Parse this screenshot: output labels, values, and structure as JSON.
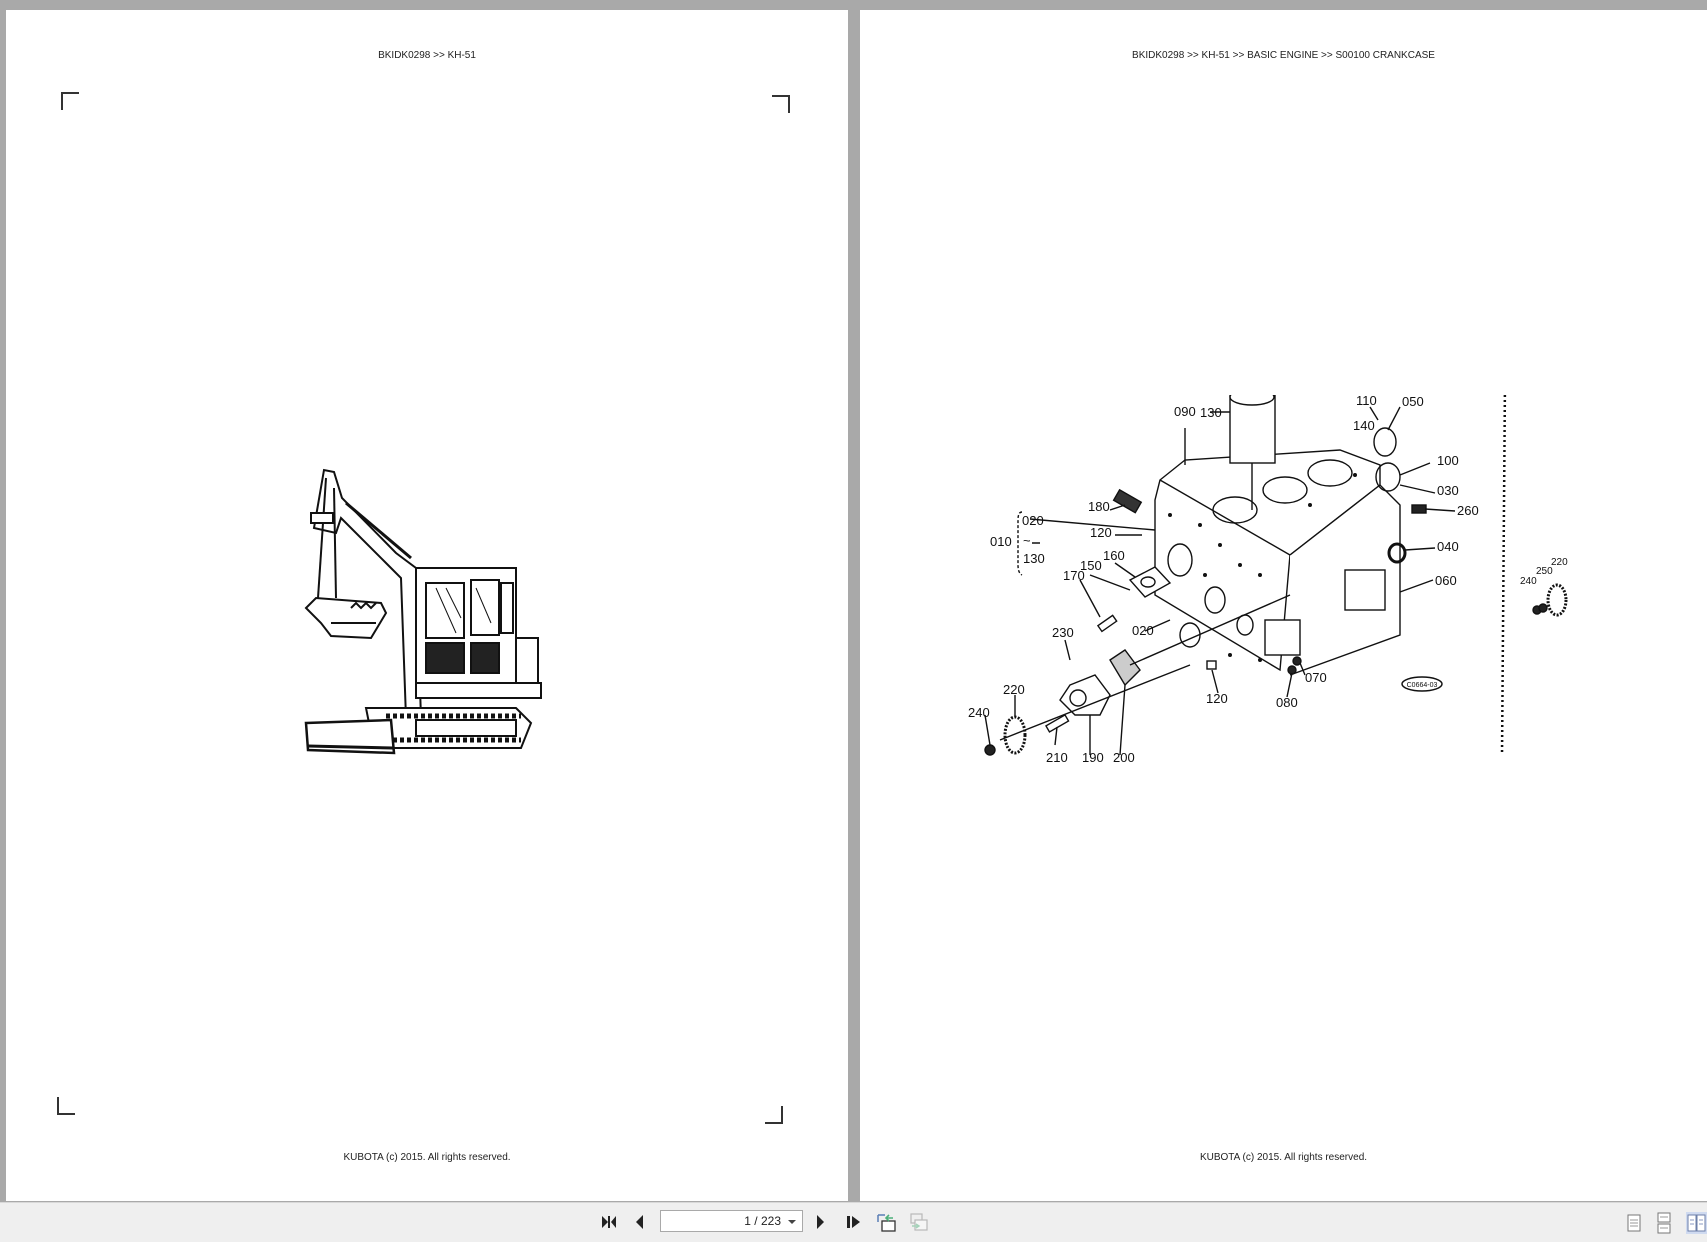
{
  "viewer": {
    "pages": [
      {
        "header": "BKIDK0298 >> KH-51",
        "footer": "KUBOTA (c) 2015. All rights reserved.",
        "illustration": "excavator-drawing"
      },
      {
        "header": "BKIDK0298 >> KH-51 >> BASIC ENGINE >> S00100   CRANKCASE",
        "footer": "KUBOTA (c) 2015. All rights reserved.",
        "illustration": "crankcase-exploded-diagram",
        "callouts": {
          "c090": "090",
          "c130a": "130",
          "c110": "110",
          "c050": "050",
          "c140": "140",
          "c100": "100",
          "c030": "030",
          "c260": "260",
          "c180": "180",
          "c020a": "020",
          "c010": "010",
          "c130b": "130",
          "c120a": "120",
          "c040": "040",
          "c160": "160",
          "c150": "150",
          "c170": "170",
          "c060": "060",
          "c020b": "020",
          "c230": "230",
          "c220": "220",
          "c240": "240",
          "c210": "210",
          "c190": "190",
          "c200": "200",
          "c120b": "120",
          "c080": "080",
          "c070": "070",
          "ref_code": "C0664-03",
          "side_220": "220",
          "side_250": "250",
          "side_240": "240"
        }
      }
    ]
  },
  "toolbar": {
    "first_page_icon": "first-page-icon",
    "prev_page_icon": "previous-page-icon",
    "page_indicator": "1 / 223",
    "next_page_icon": "next-page-icon",
    "last_page_icon": "last-page-icon",
    "go_back_icon": "previous-view-icon",
    "go_forward_icon": "next-view-icon",
    "view_modes": [
      {
        "name": "single-page",
        "active": false
      },
      {
        "name": "continuous",
        "active": false
      },
      {
        "name": "two-page",
        "active": true
      }
    ]
  },
  "colors": {
    "viewer_bg": "#a9a9a9",
    "toolbar_bg": "#efefef",
    "active_view_bg": "#cfdaf0",
    "icon_dark": "#222222",
    "icon_blue": "#5a7fb5",
    "icon_green": "#4caf7a"
  }
}
